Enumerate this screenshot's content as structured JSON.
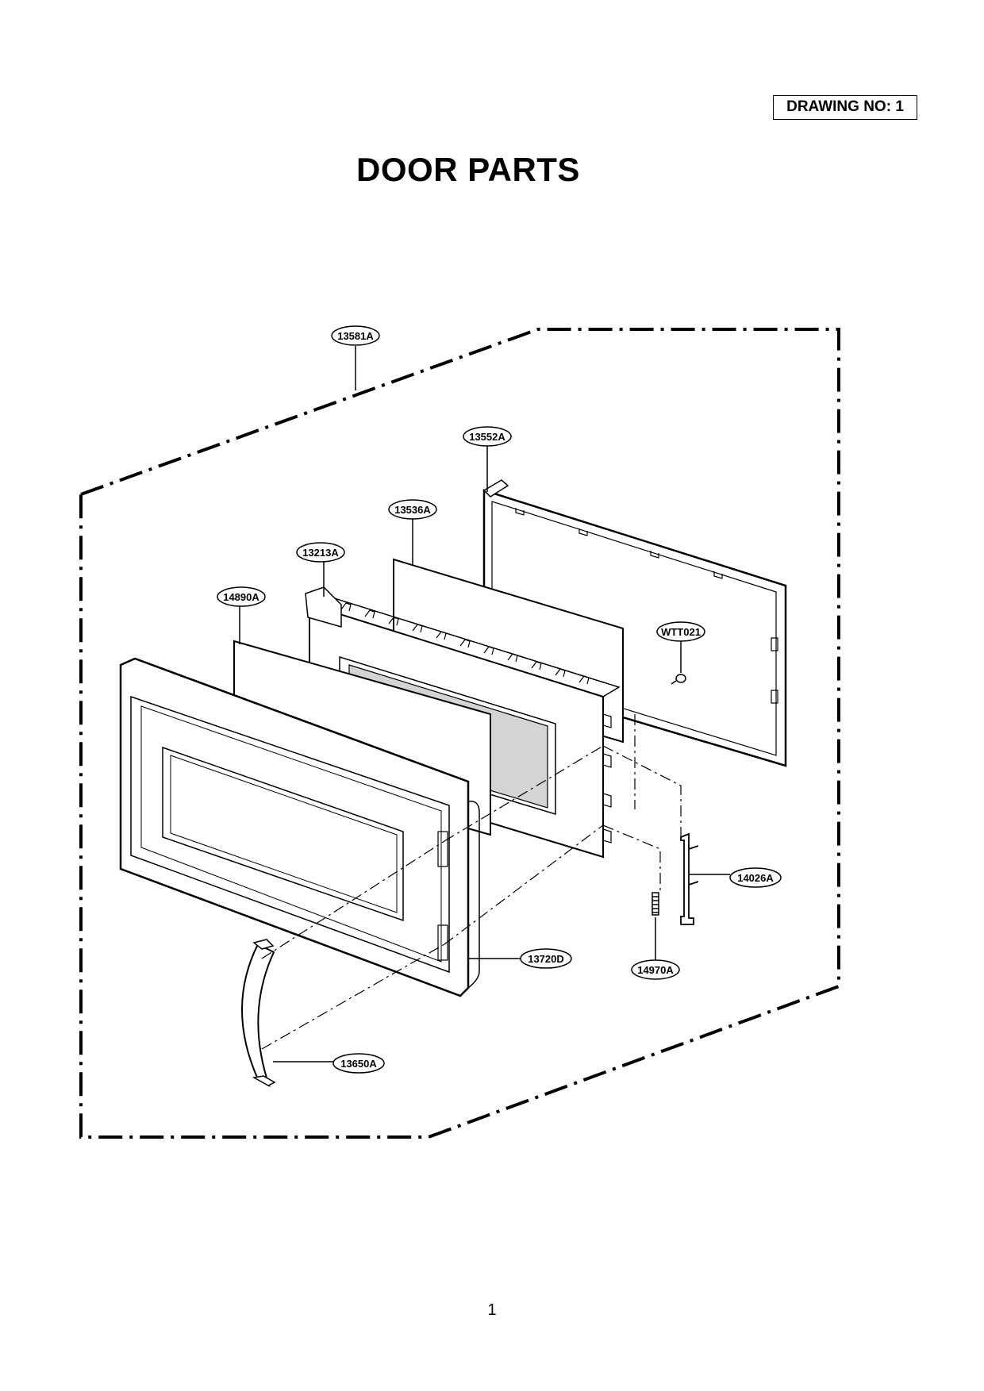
{
  "header": {
    "drawing_no": "DRAWING NO: 1",
    "title": "DOOR PARTS"
  },
  "callouts": [
    {
      "id": "c-13581A",
      "text": "13581A"
    },
    {
      "id": "c-13552A",
      "text": "13552A"
    },
    {
      "id": "c-13536A",
      "text": "13536A"
    },
    {
      "id": "c-13213A",
      "text": "13213A"
    },
    {
      "id": "c-14890A",
      "text": "14890A"
    },
    {
      "id": "c-WTT021",
      "text": "WTT021"
    },
    {
      "id": "c-14026A",
      "text": "14026A"
    },
    {
      "id": "c-13720D",
      "text": "13720D"
    },
    {
      "id": "c-14970A",
      "text": "14970A"
    },
    {
      "id": "c-13650A",
      "text": "13650A"
    }
  ],
  "footer": {
    "page_number": "1"
  }
}
